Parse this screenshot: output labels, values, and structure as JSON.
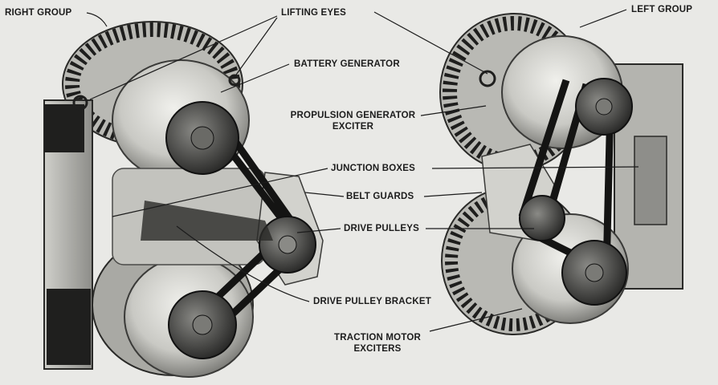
{
  "figure": {
    "labels": {
      "right_group": "RIGHT GROUP",
      "lifting_eyes": "LIFTING EYES",
      "left_group": "LEFT GROUP",
      "battery_generator": "BATTERY GENERATOR",
      "propulsion_generator_exciter_line1": "PROPULSION GENERATOR",
      "propulsion_generator_exciter_line2": "EXCITER",
      "junction_boxes": "JUNCTION BOXES",
      "belt_guards": "BELT GUARDS",
      "drive_pulleys": "DRIVE PULLEYS",
      "drive_pulley_bracket": "DRIVE PULLEY BRACKET",
      "traction_motor_exciters_line1": "TRACTION MOTOR",
      "traction_motor_exciters_line2": "EXCITERS"
    },
    "colors": {
      "paper": "#e9e9e6",
      "ink": "#1c1c1c",
      "metal_light": "#d6d6d2",
      "metal_mid": "#9a9a96",
      "metal_dark": "#3a3a38"
    }
  }
}
